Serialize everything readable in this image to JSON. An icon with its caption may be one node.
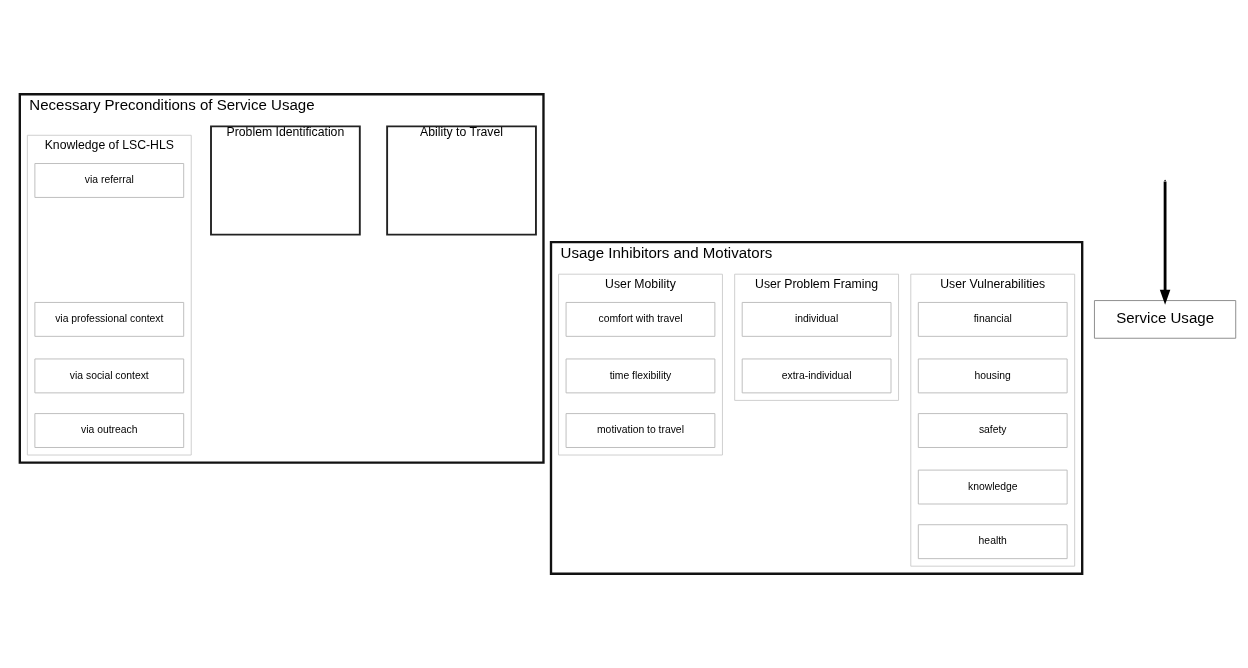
{
  "diagram": {
    "nodes": [
      {
        "text": [
          "Necessary Preconditions of Service Usage"
        ]
      },
      {
        "text": [
          "Problem Identification"
        ],
        "in": 0
      },
      {
        "text": [
          "Knowledge of LSC-HLS"
        ],
        "in": 0
      },
      {
        "text": [
          "via referral"
        ],
        "in": 2
      },
      {
        "text": [
          "via professional context"
        ],
        "in": 2
      },
      {
        "text": [
          "via social context"
        ],
        "in": 2
      },
      {
        "text": [
          "via outreach"
        ],
        "in": 2
      },
      {
        "text": [
          "Ability to Travel"
        ],
        "in": 0
      },
      {
        "text": [
          "Usage Inhibitors and Motivators"
        ]
      },
      {
        "text": [
          "User Vulnerabilities"
        ],
        "in": 8
      },
      {
        "text": [
          "financial"
        ],
        "in": 9
      },
      {
        "text": [
          "housing"
        ],
        "in": 9
      },
      {
        "text": [
          "safety"
        ],
        "in": 9
      },
      {
        "text": [
          "knowledge"
        ],
        "in": 9
      },
      {
        "text": [
          "health"
        ],
        "in": 9
      },
      {
        "text": [
          "User Problem Framing"
        ],
        "in": 8
      },
      {
        "text": [
          "individual"
        ],
        "in": 15
      },
      {
        "text": [
          "extra-individual"
        ],
        "in": 15
      },
      {
        "text": [
          "User Mobility"
        ],
        "in": 8
      },
      {
        "text": [
          "comfort with travel"
        ],
        "in": 18
      },
      {
        "text": [
          "time flexibility"
        ],
        "in": 18
      },
      {
        "text": [
          "motivation to travel"
        ],
        "in": 18
      },
      {
        "text": [
          "Service Usage"
        ]
      }
    ],
    "edges": [
      {
        "from": null,
        "to": 22,
        "arrow": "to"
      }
    ]
  }
}
